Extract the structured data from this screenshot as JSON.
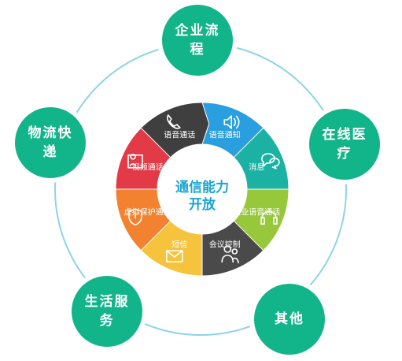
{
  "center": {
    "line1": "通信能力",
    "line2": "开放"
  },
  "ring_segments": [
    {
      "label": "语音通知",
      "color": "#2a9fe0",
      "icon": "speaker-icon"
    },
    {
      "label": "消息",
      "color": "#1bb2a3",
      "icon": "chat-bubble-icon"
    },
    {
      "label": "企业语音通话",
      "color": "#97c73a",
      "icon": "headset-icon"
    },
    {
      "label": "会议控制",
      "color": "#4a4a4a",
      "icon": "group-icon"
    },
    {
      "label": "短信",
      "color": "#f5c33c",
      "icon": "envelope-icon"
    },
    {
      "label": "虚拟保护通话",
      "color": "#f2822f",
      "icon": "shield-icon"
    },
    {
      "label": "视频通话",
      "color": "#e23a47",
      "icon": "video-call-icon"
    },
    {
      "label": "语音通话",
      "color": "#3f3f3f",
      "icon": "phone-icon"
    }
  ],
  "outer_nodes": [
    {
      "label": "企业流程"
    },
    {
      "label": "在线医疗"
    },
    {
      "label": "其他"
    },
    {
      "label": "生活服务"
    },
    {
      "label": "物流快递"
    }
  ],
  "colors": {
    "node_fill": "#12b48a",
    "orbit": "#8fd3e8",
    "center_text": "#1aa5d0"
  }
}
